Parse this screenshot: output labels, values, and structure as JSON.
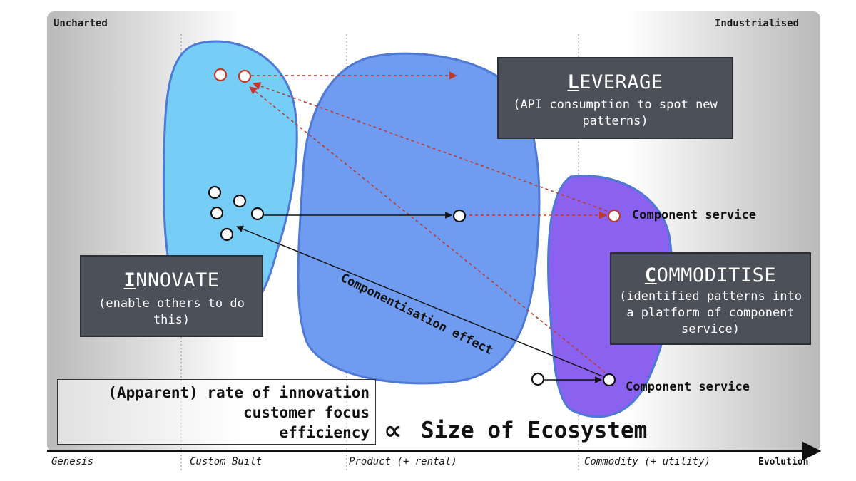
{
  "axis": {
    "corner_left": "Uncharted",
    "corner_right": "Industrialised",
    "stages": [
      "Genesis",
      "Custom Built",
      "Product (+ rental)",
      "Commodity (+ utility)"
    ],
    "arrow_label": "Evolution"
  },
  "boxes": {
    "leverage": {
      "cap": "L",
      "rest": "EVERAGE",
      "sub": "(API consumption to spot new patterns)"
    },
    "innovate": {
      "cap": "I",
      "rest": "NNOVATE",
      "sub": "(enable others to do this)"
    },
    "commoditise": {
      "cap": "C",
      "rest": "OMMODITISE",
      "sub": "(identified patterns into a platform of component service)"
    }
  },
  "labels": {
    "component_service_top": "Component service",
    "component_service_bottom": "Component service",
    "componentisation_effect": "Componentisation effect"
  },
  "formula": {
    "lines": [
      "(Apparent) rate of innovation",
      "customer focus",
      "efficiency"
    ],
    "proportional_symbol": "∝",
    "rhs": "Size of Ecosystem"
  },
  "colors": {
    "innovate_blob": "#76cdf6",
    "leverage_blob": "#6f9cf0",
    "commoditise_blob": "#8b62ef",
    "blob_stroke": "#4e79d6",
    "dashed_arrow": "#c0392b",
    "box_fill": "#4b5059"
  }
}
